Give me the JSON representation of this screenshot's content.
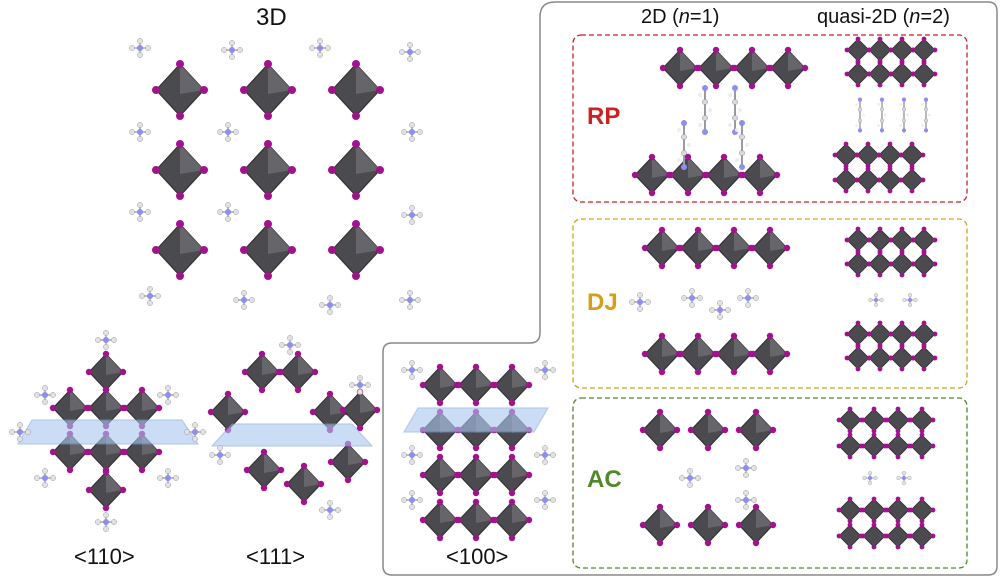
{
  "labels": {
    "bulk_3d": "3D",
    "col_2d": "2D (",
    "col_2d_n": "n",
    "col_2d_tail": "=1)",
    "col_quasi": "quasi-2D (",
    "col_quasi_n": "n",
    "col_quasi_tail": "=2)",
    "view_110": "<110>",
    "view_111": "<111>",
    "view_100": "<100>"
  },
  "categories": [
    {
      "key": "RP",
      "label": "RP",
      "color": "#cc2222"
    },
    {
      "key": "DJ",
      "label": "DJ",
      "color": "#d4a017"
    },
    {
      "key": "AC",
      "label": "AC",
      "color": "#4f8a2a"
    }
  ],
  "colors": {
    "octahedron": "#4a4a4f",
    "octahedron_light": "#6b6b70",
    "halide": "#a0128e",
    "organic": "#d9d9de",
    "nitrogen": "#8e8ef0",
    "plane": "#a9c7ef",
    "frame": "#888888"
  }
}
